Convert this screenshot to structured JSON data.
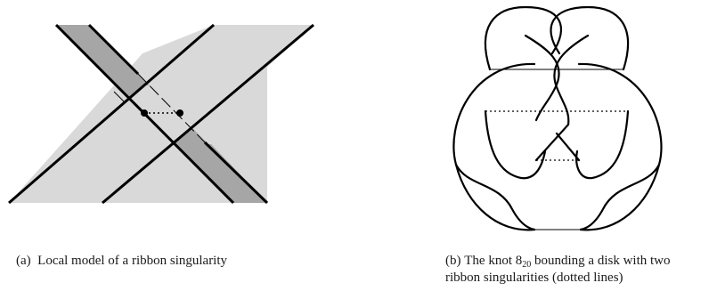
{
  "figure": {
    "panel_a": {
      "caption_label": "(a)",
      "caption_text": "Local model of a ribbon singularity"
    },
    "panel_b": {
      "caption_label": "(b)",
      "caption_pre": "The knot ",
      "knot_number": "8",
      "knot_index": "20",
      "caption_post_line1": " bounding a disk with two",
      "caption_line2": "ribbon singularities (dotted lines)"
    }
  }
}
